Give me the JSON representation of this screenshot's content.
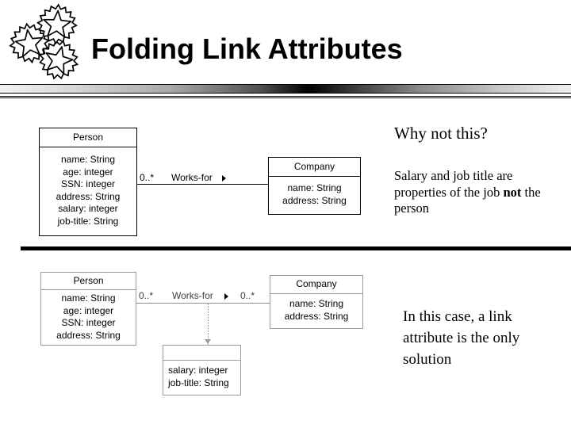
{
  "slide": {
    "title": "Folding Link Attributes",
    "logo_icon": "three-starred-gears-logo"
  },
  "diagram_top": {
    "person_class": {
      "name": "Person",
      "attributes": [
        "name: String",
        "age: integer",
        "SSN: integer",
        "address: String",
        "salary: integer",
        "job-title: String"
      ]
    },
    "company_class": {
      "name": "Company",
      "attributes": [
        "name: String",
        "address: String"
      ]
    },
    "association": {
      "multiplicity_left": "0..*",
      "name": "Works-for",
      "direction_icon": "right-triangle-icon"
    }
  },
  "diagram_bottom": {
    "person_class": {
      "name": "Person",
      "attributes": [
        "name: String",
        "age: integer",
        "SSN: integer",
        "address: String"
      ]
    },
    "company_class": {
      "name": "Company",
      "attributes": [
        "name: String",
        "address: String"
      ]
    },
    "association": {
      "multiplicity_left": "0..*",
      "multiplicity_right": "0..*",
      "name": "Works-for",
      "direction_icon": "right-triangle-icon"
    },
    "link_attribute_class": {
      "name": "",
      "attributes": [
        "salary: integer",
        "job-title: String"
      ]
    }
  },
  "notes": {
    "why_not_this": "Why not this?",
    "salary_note_part1": "Salary and job title are properties of the job ",
    "salary_note_bold": "not",
    "salary_note_part2": " the person",
    "link_note": "In this case, a link attribute is the only solution"
  },
  "colors": {
    "ink": "#000000",
    "gray_border": "#9a9a9a",
    "background": "#ffffff"
  }
}
